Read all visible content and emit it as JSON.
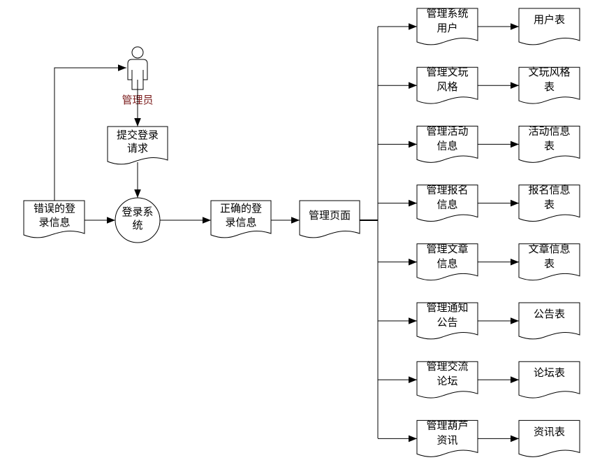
{
  "diagram": {
    "actor": {
      "label": "管理员"
    },
    "submit_request": {
      "lines": [
        "提交登录",
        "请求"
      ]
    },
    "login_system": {
      "lines": [
        "登录系",
        "统"
      ]
    },
    "wrong_info": {
      "lines": [
        "错误的登",
        "录信息"
      ]
    },
    "correct_info": {
      "lines": [
        "正确的登",
        "录信息"
      ]
    },
    "admin_page": {
      "lines": [
        "管理页面"
      ]
    },
    "functions": [
      {
        "manage": [
          "管理系统",
          "用户"
        ],
        "table": [
          "用户表"
        ]
      },
      {
        "manage": [
          "管理文玩",
          "风格"
        ],
        "table": [
          "文玩风格",
          "表"
        ]
      },
      {
        "manage": [
          "管理活动",
          "信息"
        ],
        "table": [
          "活动信息",
          "表"
        ]
      },
      {
        "manage": [
          "管理报名",
          "信息"
        ],
        "table": [
          "报名信息",
          "表"
        ]
      },
      {
        "manage": [
          "管理文章",
          "信息"
        ],
        "table": [
          "文章信息",
          "表"
        ]
      },
      {
        "manage": [
          "管理通知",
          "公告"
        ],
        "table": [
          "公告表"
        ]
      },
      {
        "manage": [
          "管理交流",
          "论坛"
        ],
        "table": [
          "论坛表"
        ]
      },
      {
        "manage": [
          "管理葫芦",
          "资讯"
        ],
        "table": [
          "资讯表"
        ]
      }
    ]
  }
}
